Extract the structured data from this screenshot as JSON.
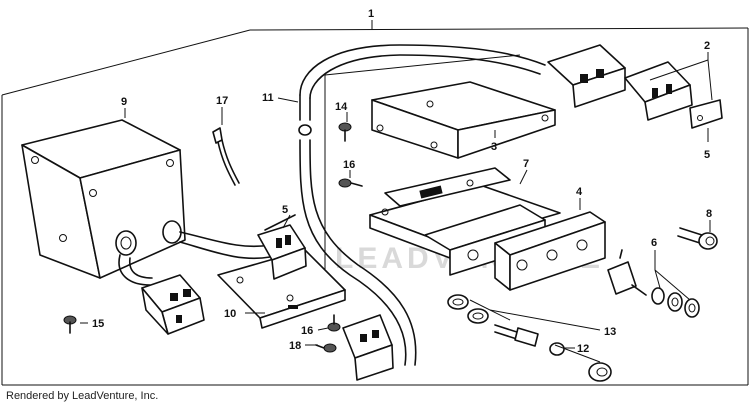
{
  "watermark": "LEADVENTURE",
  "footer": "Rendered by LeadVenture, Inc.",
  "callouts": {
    "c1": "1",
    "c2": "2",
    "c3": "3",
    "c4": "4",
    "c5a": "5",
    "c5b": "5",
    "c6": "6",
    "c7": "7",
    "c8": "8",
    "c9": "9",
    "c10": "10",
    "c11": "11",
    "c12": "12",
    "c13": "13",
    "c14": "14",
    "c15": "15",
    "c16a": "16",
    "c16b": "16",
    "c17": "17",
    "c18": "18"
  }
}
